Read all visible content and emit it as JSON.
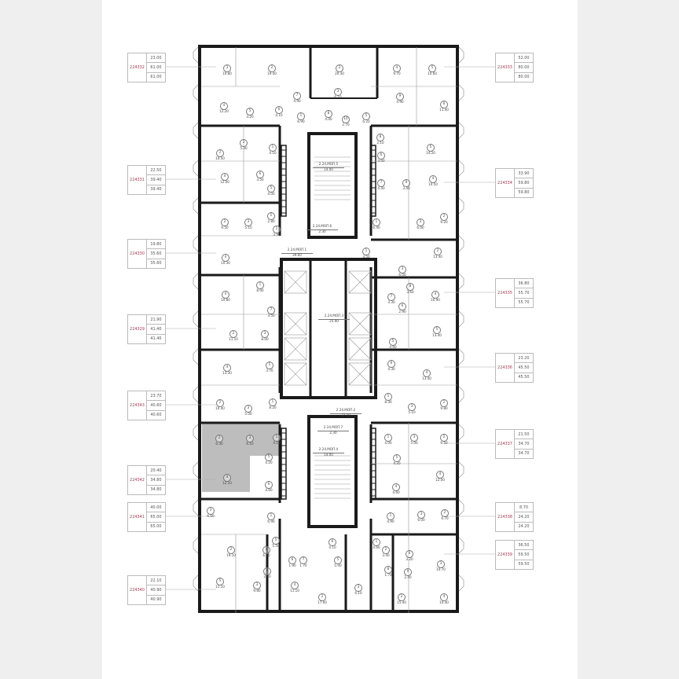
{
  "colors": {
    "apartment_id": "#9a3b55",
    "walls": "#1a1a1a",
    "highlight": "#bdbdbd"
  },
  "highlighted_apartment": "224342",
  "apartments_left": [
    {
      "id": "224332",
      "values": [
        "23.00",
        "61.00",
        "61.00"
      ]
    },
    {
      "id": "224331",
      "values": [
        "22.50",
        "39.40",
        "39.40"
      ]
    },
    {
      "id": "224330",
      "values": [
        "19.80",
        "35.60",
        "35.60"
      ]
    },
    {
      "id": "224329",
      "values": [
        "21.90",
        "41.40",
        "41.40"
      ]
    },
    {
      "id": "224343",
      "values": [
        "23.70",
        "40.60",
        "40.60"
      ]
    },
    {
      "id": "224342",
      "values": [
        "20.40",
        "34.80",
        "34.80"
      ]
    },
    {
      "id": "224341",
      "values": [
        "40.00",
        "65.00",
        "65.00"
      ]
    },
    {
      "id": "224340",
      "values": [
        "22.10",
        "40.90",
        "40.90"
      ]
    }
  ],
  "apartments_right": [
    {
      "id": "224333",
      "values": [
        "52.00",
        "80.00",
        "80.00"
      ]
    },
    {
      "id": "224334",
      "values": [
        "33.90",
        "59.80",
        "59.80"
      ]
    },
    {
      "id": "224335",
      "values": [
        "36.80",
        "55.70",
        "55.70"
      ]
    },
    {
      "id": "224336",
      "values": [
        "23.20",
        "45.50",
        "45.50"
      ]
    },
    {
      "id": "224337",
      "values": [
        "21.50",
        "34.70",
        "34.70"
      ]
    },
    {
      "id": "224338",
      "values": [
        "8.70",
        "24.20",
        "24.20"
      ]
    },
    {
      "id": "224339",
      "values": [
        "36.50",
        "59.50",
        "59.50"
      ]
    }
  ],
  "common_areas": [
    {
      "code": "2.24.МОП.5",
      "area": "14.00"
    },
    {
      "code": "2.24.МОП.6",
      "area": "2.30"
    },
    {
      "code": "2.24.МОП.1",
      "area": "39.60"
    },
    {
      "code": "2.24.МОП.3",
      "area": "25.90"
    },
    {
      "code": "2.24.МОП.2",
      "area": "37.20"
    },
    {
      "code": "2.24.МОП.7",
      "area": "2.30"
    },
    {
      "code": "2.24.МОП.4",
      "area": "14.00"
    }
  ],
  "rooms": [
    {
      "n": "3",
      "a": "10.80"
    },
    {
      "n": "2",
      "a": "19.40"
    },
    {
      "n": "4",
      "a": "12.20"
    },
    {
      "n": "5",
      "a": "3.20"
    },
    {
      "n": "6",
      "a": "4.10"
    },
    {
      "n": "7",
      "a": "4.90"
    },
    {
      "n": "1",
      "a": "6.90"
    },
    {
      "n": "2",
      "a": "20.30"
    },
    {
      "n": "3",
      "a": "6.10"
    },
    {
      "n": "8",
      "a": "4.40"
    },
    {
      "n": "10",
      "a": "2.70"
    },
    {
      "n": "5",
      "a": "6.20"
    },
    {
      "n": "4",
      "a": "9.70"
    },
    {
      "n": "5",
      "a": "10.60"
    },
    {
      "n": "9",
      "a": "4.90"
    },
    {
      "n": "6",
      "a": "11.40"
    },
    {
      "n": "8",
      "a": "2.10"
    },
    {
      "n": "6",
      "a": "3.00"
    },
    {
      "n": "7",
      "a": "4.40"
    },
    {
      "n": "9",
      "a": "3.40"
    },
    {
      "n": "5",
      "a": "14.20"
    },
    {
      "n": "4",
      "a": "10.50"
    },
    {
      "n": "2",
      "a": "9.20"
    },
    {
      "n": "3",
      "a": "6.00"
    },
    {
      "n": "1",
      "a": "6.40"
    },
    {
      "n": "3",
      "a": "5.30"
    },
    {
      "n": "1",
      "a": "4.10"
    },
    {
      "n": "2",
      "a": "10.50"
    },
    {
      "n": "4",
      "a": "12.00"
    },
    {
      "n": "6",
      "a": "3.50"
    },
    {
      "n": "5",
      "a": "4.00"
    },
    {
      "n": "5",
      "a": "2.80"
    },
    {
      "n": "2",
      "a": "9.50"
    },
    {
      "n": "3",
      "a": "5.10"
    },
    {
      "n": "1",
      "a": "3.90"
    },
    {
      "n": "4",
      "a": "10.30"
    },
    {
      "n": "1",
      "a": "8.00"
    },
    {
      "n": "4",
      "a": "10.80"
    },
    {
      "n": "7",
      "a": "3.50"
    },
    {
      "n": "2",
      "a": "11.10"
    },
    {
      "n": "3",
      "a": "8.00"
    },
    {
      "n": "4",
      "a": "13.30"
    },
    {
      "n": "5",
      "a": "3.70"
    },
    {
      "n": "2",
      "a": "10.40"
    },
    {
      "n": "3",
      "a": "5.00"
    },
    {
      "n": "1",
      "a": "8.20"
    },
    {
      "n": "2",
      "a": "6.30"
    },
    {
      "n": "3",
      "a": "6.10"
    },
    {
      "n": "1",
      "a": "4.10"
    },
    {
      "n": "5",
      "a": "4.20"
    },
    {
      "n": "4",
      "a": "12.10"
    },
    {
      "n": "6",
      "a": "4.60"
    },
    {
      "n": "3",
      "a": "6.00"
    },
    {
      "n": "1",
      "a": "6.90"
    },
    {
      "n": "5",
      "a": "5.50"
    },
    {
      "n": "2",
      "a": "19.10"
    },
    {
      "n": "4",
      "a": "6.40"
    },
    {
      "n": "8",
      "a": "2.90"
    },
    {
      "n": "6",
      "a": "1.90"
    },
    {
      "n": "7",
      "a": "1.70"
    },
    {
      "n": "5",
      "a": "11.10"
    },
    {
      "n": "3",
      "a": "9.80"
    },
    {
      "n": "4",
      "a": "11.10"
    },
    {
      "n": "2",
      "a": "17.00"
    },
    {
      "n": "3",
      "a": "6.10"
    },
    {
      "n": "5",
      "a": "5.00"
    },
    {
      "n": "6",
      "a": "4.10"
    },
    {
      "n": "1",
      "a": "3.50"
    },
    {
      "n": "2",
      "a": "13.40"
    },
    {
      "n": "3",
      "a": "6.00"
    },
    {
      "n": "8",
      "a": "3.60"
    },
    {
      "n": "7",
      "a": "3.30"
    },
    {
      "n": "6",
      "a": "2.90"
    },
    {
      "n": "4",
      "a": "10.90"
    },
    {
      "n": "5",
      "a": "13.40"
    },
    {
      "n": "5",
      "a": "4.60"
    },
    {
      "n": "6",
      "a": "4.30"
    },
    {
      "n": "4",
      "a": "13.40"
    },
    {
      "n": "1",
      "a": "8.30"
    },
    {
      "n": "2",
      "a": "9.80"
    },
    {
      "n": "3",
      "a": "5.10"
    },
    {
      "n": "1",
      "a": "4.00"
    },
    {
      "n": "3",
      "a": "5.00"
    },
    {
      "n": "2",
      "a": "9.50"
    },
    {
      "n": "5",
      "a": "4.20"
    },
    {
      "n": "4",
      "a": "4.60"
    },
    {
      "n": "4",
      "a": "12.00"
    },
    {
      "n": "3",
      "a": "6.00"
    },
    {
      "n": "2",
      "a": "6.70"
    },
    {
      "n": "1",
      "a": "4.90"
    },
    {
      "n": "1",
      "a": "4.60"
    },
    {
      "n": "2",
      "a": "3.40"
    },
    {
      "n": "6",
      "a": "3.20"
    },
    {
      "n": "8",
      "a": "1.70"
    },
    {
      "n": "3",
      "a": "10.70"
    },
    {
      "n": "9",
      "a": "2.40"
    },
    {
      "n": "2",
      "a": "15.40"
    },
    {
      "n": "4",
      "a": "10.40"
    }
  ]
}
